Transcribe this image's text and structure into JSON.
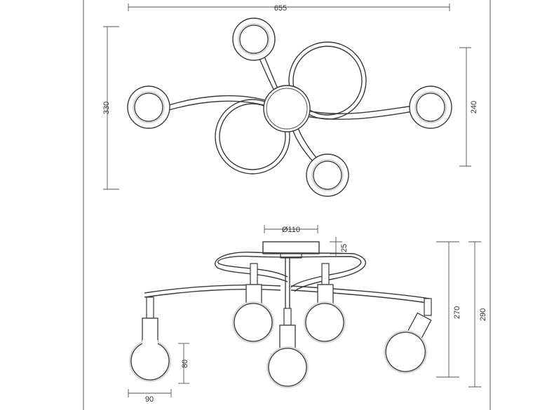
{
  "dimensions": {
    "top_width": "655",
    "top_height_left": "330",
    "top_height_right": "240",
    "disc_diameter": "Ø110",
    "disc_height": "25",
    "drop_inner": "270",
    "drop_outer": "290",
    "shade_height": "80",
    "shade_width": "90"
  }
}
